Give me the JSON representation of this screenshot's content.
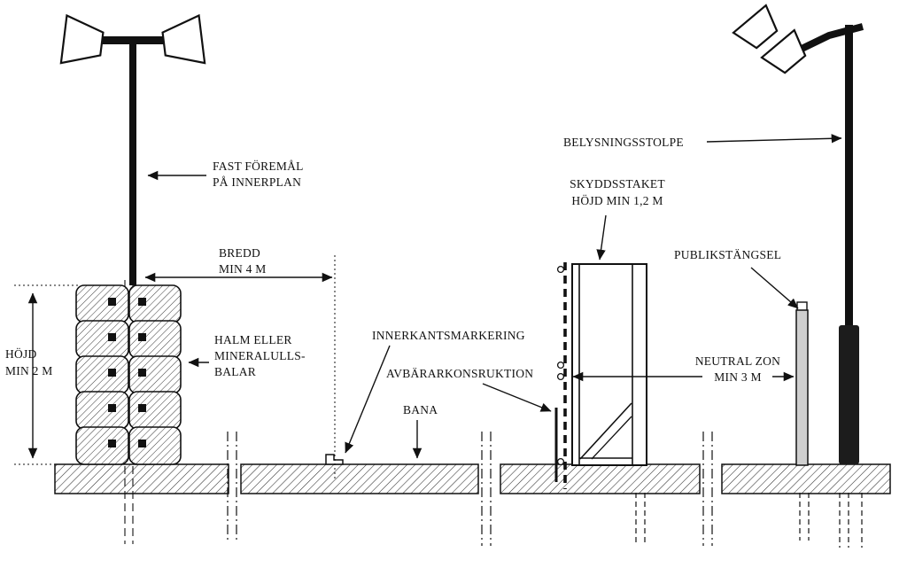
{
  "colors": {
    "ink": "#111111",
    "post_gray": "#cfcfcf",
    "paper": "#ffffff"
  },
  "labels": {
    "fast_foremal": {
      "line1": "FAST FÖREMÅL",
      "line2": "PÅ INNERPLAN"
    },
    "bredd": {
      "line1": "BREDD",
      "line2": "MIN 4 M"
    },
    "halm": {
      "line1": "HALM ELLER",
      "line2": "MINERALULLS-",
      "line3": "BALAR"
    },
    "hojd": {
      "line1": "HÖJD",
      "line2": "MIN 2 M"
    },
    "innerkantsmarkering": "INNERKANTSMARKERING",
    "avbararkonsruktion": "AVBÄRARKONSRUKTION",
    "bana": "BANA",
    "skyddsstaket": {
      "line1": "SKYDDSSTAKET",
      "line2": "HÖJD MIN 1,2 M"
    },
    "belysningsstolpe": "BELYSNINGSSTOLPE",
    "publikstangsel": "PUBLIKSTÄNGSEL",
    "neutral_zon": {
      "line1": "NEUTRAL ZON",
      "line2": "MIN 3 M"
    }
  }
}
